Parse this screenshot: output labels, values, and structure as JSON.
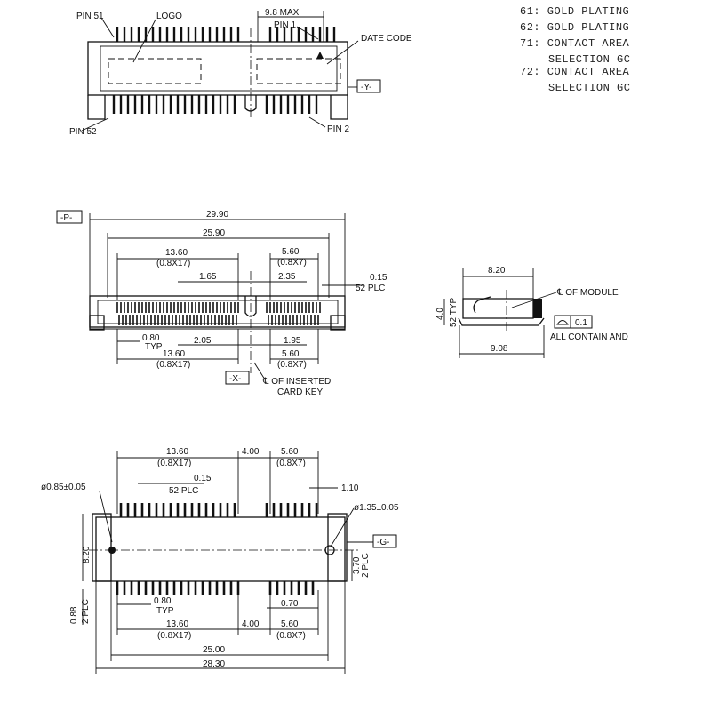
{
  "top_view": {
    "pin51": "PIN 51",
    "logo": "LOGO",
    "max_dim": "9.8 MAX",
    "pin1": "PIN 1",
    "date_code": "DATE CODE",
    "datum_y": "-Y-",
    "pin52": "PIN 52",
    "pin2": "PIN 2"
  },
  "notes": [
    "61:  GOLD PLATING",
    "62:  GOLD PLATING",
    "71:  CONTACT AREA",
    "SELECTION GC",
    "72:  CONTACT AREA",
    "SELECTION GC"
  ],
  "front_view": {
    "datum_p": "-P-",
    "d_2990": "29.90",
    "d_2590": "25.90",
    "d_1360": "13.60",
    "d_08x17": "(0.8X17)",
    "d_560": "5.60",
    "d_08x7": "(0.8X7)",
    "d_165": "1.65",
    "d_235": "2.35",
    "d_015": "0.15",
    "d_52plc": "52 PLC",
    "d_080": "0.80",
    "d_typ": "TYP",
    "d_205": "2.05",
    "d_195": "1.95",
    "datum_x": "-X-",
    "cl_card_key_1": "℄ OF INSERTED",
    "cl_card_key_2": "CARD KEY"
  },
  "side_view": {
    "d_820": "8.20",
    "cl_module": "℄ OF MODULE",
    "d_40": "4.0",
    "d_52typ": "52 TYP",
    "profile_tol": "0.1",
    "all_contain": "ALL CONTAIN AND",
    "d_908": "9.08"
  },
  "bottom_view": {
    "d_1360": "13.60",
    "d_08x17": "(0.8X17)",
    "d_400": "4.00",
    "d_560": "5.60",
    "d_08x7": "(0.8X7)",
    "hole_left": "ø0.85±0.05",
    "d_015": "0.15",
    "d_52plc": "52 PLC",
    "d_110": "1.10",
    "hole_right": "ø1.35±0.05",
    "d_820": "8.20",
    "datum_g": "-G-",
    "d_370": "3.70",
    "d_2plc": "2 PLC",
    "d_088": "0.88",
    "d_2plc_b": "2 PLC",
    "d_080": "0.80",
    "d_typ": "TYP",
    "d_070": "0.70",
    "d_1360_b": "13.60",
    "d_08x17_b": "(0.8X17)",
    "d_400_b": "4.00",
    "d_560_b": "5.60",
    "d_08x7_b": "(0.8X7)",
    "d_2500": "25.00",
    "d_2830": "28.30"
  }
}
